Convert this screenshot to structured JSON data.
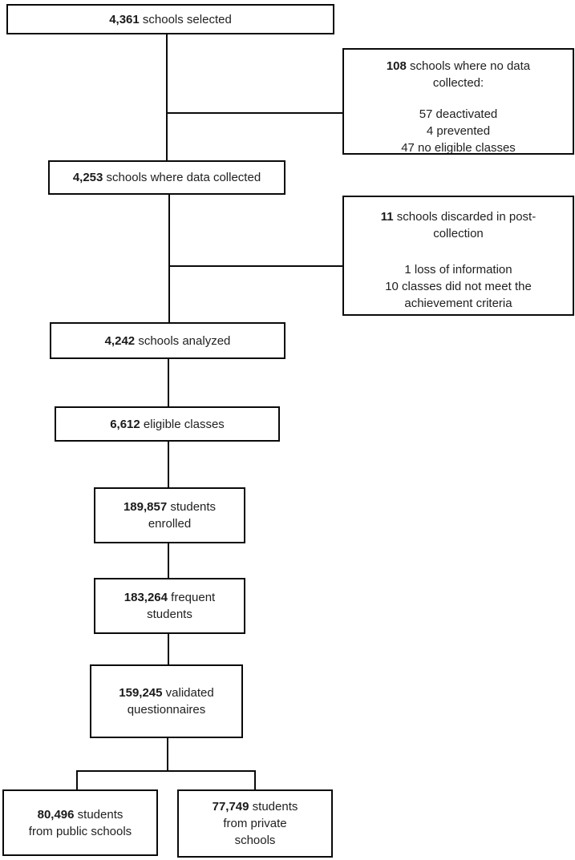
{
  "flowchart": {
    "colors": {
      "border": "#0a0a0a",
      "text": "#212121",
      "background": "#ffffff"
    },
    "boxes": {
      "selected": {
        "number": "4,361",
        "label": "schools selected"
      },
      "no_data": {
        "number": "108",
        "label": "schools where no data collected:",
        "items": [
          "57 deactivated",
          "4 prevented",
          "47 no eligible classes"
        ]
      },
      "collected": {
        "number": "4,253",
        "label": "schools where data collected"
      },
      "discarded": {
        "number": "11",
        "label": "schools discarded in post-collection",
        "items": [
          "1 loss of information",
          "10 classes did not meet the achievement criteria"
        ]
      },
      "analyzed": {
        "number": "4,242",
        "label": "schools analyzed"
      },
      "classes": {
        "number": "6,612",
        "label": "eligible classes"
      },
      "enrolled": {
        "number": "189,857",
        "label": "students enrolled"
      },
      "frequent": {
        "number": "183,264",
        "label": "frequent students"
      },
      "validated": {
        "number": "159,245",
        "label": "validated questionnaires"
      },
      "public": {
        "number": "80,496",
        "label": "students from public schools"
      },
      "private": {
        "number": "77,749",
        "label": "students from private schools"
      }
    }
  }
}
